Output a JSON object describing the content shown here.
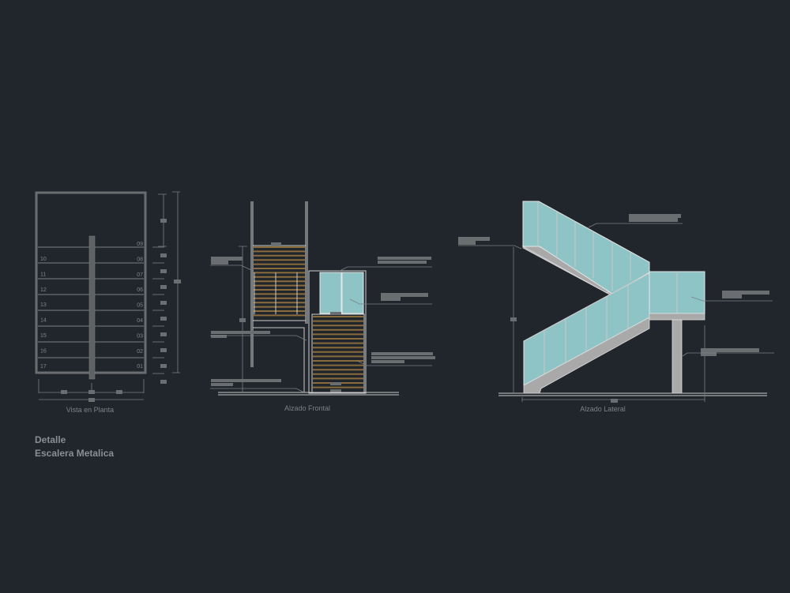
{
  "drawing": {
    "title_line1": "Detalle",
    "title_line2": "Escalera Metalica",
    "views": {
      "plan": {
        "caption": "Vista en Planta",
        "steps_right": [
          "09",
          "08",
          "07",
          "06",
          "05",
          "04",
          "03",
          "02",
          "01"
        ],
        "steps_left": [
          "10",
          "11",
          "12",
          "13",
          "14",
          "15",
          "16",
          "17"
        ]
      },
      "front": {
        "caption": "Alzado Frontal"
      },
      "side": {
        "caption": "Alzado Lateral"
      }
    }
  },
  "colors": {
    "background": "#21262c",
    "glass": "#8fc4c6",
    "tread": "#8a6b3b",
    "steel": "#a9a9a9"
  }
}
